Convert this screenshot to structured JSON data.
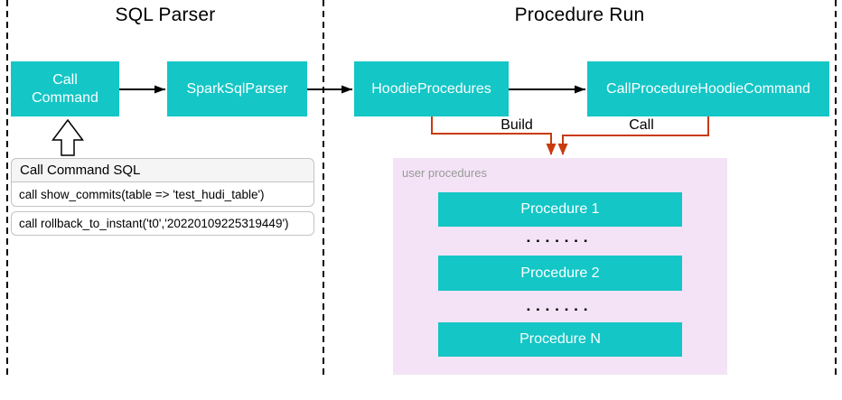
{
  "colors": {
    "node_fill": "#14c6c6",
    "node_text": "#ffffff",
    "connector_orange": "#c83b0d",
    "container_purple": "#f4e3f6",
    "table_header_bg": "#f5f5f5",
    "border_gray": "#c3c3c3",
    "dashed_line": "#000000"
  },
  "lanes": {
    "sql_parser": {
      "title": "SQL Parser"
    },
    "procedure_run": {
      "title": "Procedure Run"
    }
  },
  "nodes": {
    "call_command": {
      "label": "Call Command"
    },
    "spark_sql_parser": {
      "label": "SparkSqlParser"
    },
    "hoodie_procedures": {
      "label": "HoodieProcedures"
    },
    "call_procedure_hoodie_command": {
      "label": "CallProcedureHoodieCommand"
    }
  },
  "edges": {
    "build_label": "Build",
    "call_label": "Call"
  },
  "sql_table": {
    "header": "Call Command SQL",
    "rows": [
      "call show_commits(table => 'test_hudi_table')",
      "call rollback_to_instant('t0','20220109225319449')"
    ]
  },
  "procedures": {
    "container_label": "user procedures",
    "ellipsis": "▪▪▪▪▪▪▪",
    "items": [
      {
        "label": "Procedure 1"
      },
      {
        "label": "Procedure 2"
      },
      {
        "label": "Procedure N"
      }
    ]
  }
}
